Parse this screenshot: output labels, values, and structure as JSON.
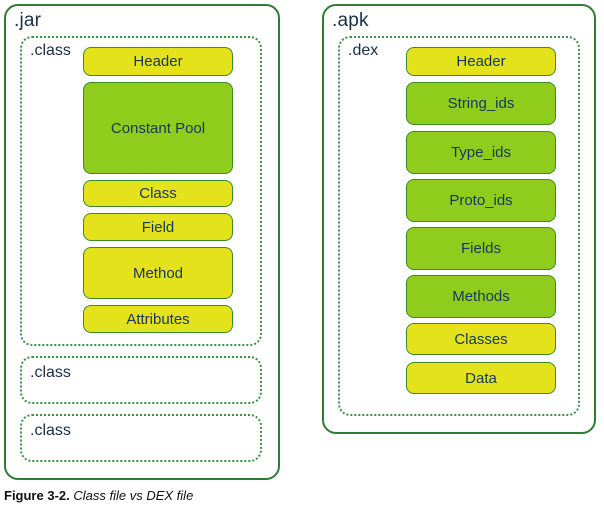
{
  "jar": {
    "title": ".jar",
    "class_main": {
      "label": ".class",
      "blocks": [
        "Header",
        "Constant Pool",
        "Class",
        "Field",
        "Method",
        "Attributes"
      ]
    },
    "class_2": {
      "label": ".class"
    },
    "class_3": {
      "label": ".class"
    }
  },
  "apk": {
    "title": ".apk",
    "dex": {
      "label": ".dex",
      "blocks": [
        "Header",
        "String_ids",
        "Type_ids",
        "Proto_ids",
        "Fields",
        "Methods",
        "Classes",
        "Data"
      ]
    }
  },
  "caption": {
    "figure": "Figure 3-2.",
    "title": "Class file vs DEX file"
  },
  "colors": {
    "outer_border": "#2f7d32",
    "yellow_block": "#e4e21a",
    "green_block": "#8fcc1c",
    "label_text": "#1c2e45"
  }
}
